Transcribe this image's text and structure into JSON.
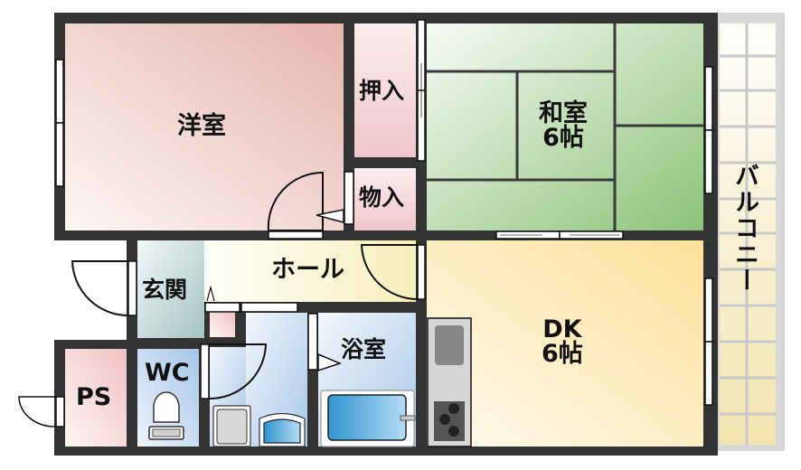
{
  "plan": {
    "rooms": {
      "western_room": {
        "label": "洋室"
      },
      "closet": {
        "label": "押入"
      },
      "storage": {
        "label": "物入"
      },
      "japanese_room": {
        "label": "和室",
        "size": "6帖"
      },
      "balcony": {
        "label": "バルコニー"
      },
      "hall": {
        "label": "ホール"
      },
      "entrance": {
        "label": "玄関"
      },
      "bathroom": {
        "label": "浴室"
      },
      "toilet": {
        "label": "WC"
      },
      "pipe_space": {
        "label": "PS"
      },
      "dining_kitchen": {
        "label": "DK",
        "size": "6帖"
      }
    },
    "colors": {
      "wall": "#333333",
      "western_room": "#e8b7b0",
      "closet": "#f0c8cc",
      "japanese_room": "#8fc47a",
      "balcony": "#f3e6b6",
      "hall": "#f7efc0",
      "entrance": "#a9c7c7",
      "bath": "#aecbea",
      "dk": "#fde19a",
      "ps": "#f2c4c4"
    }
  }
}
